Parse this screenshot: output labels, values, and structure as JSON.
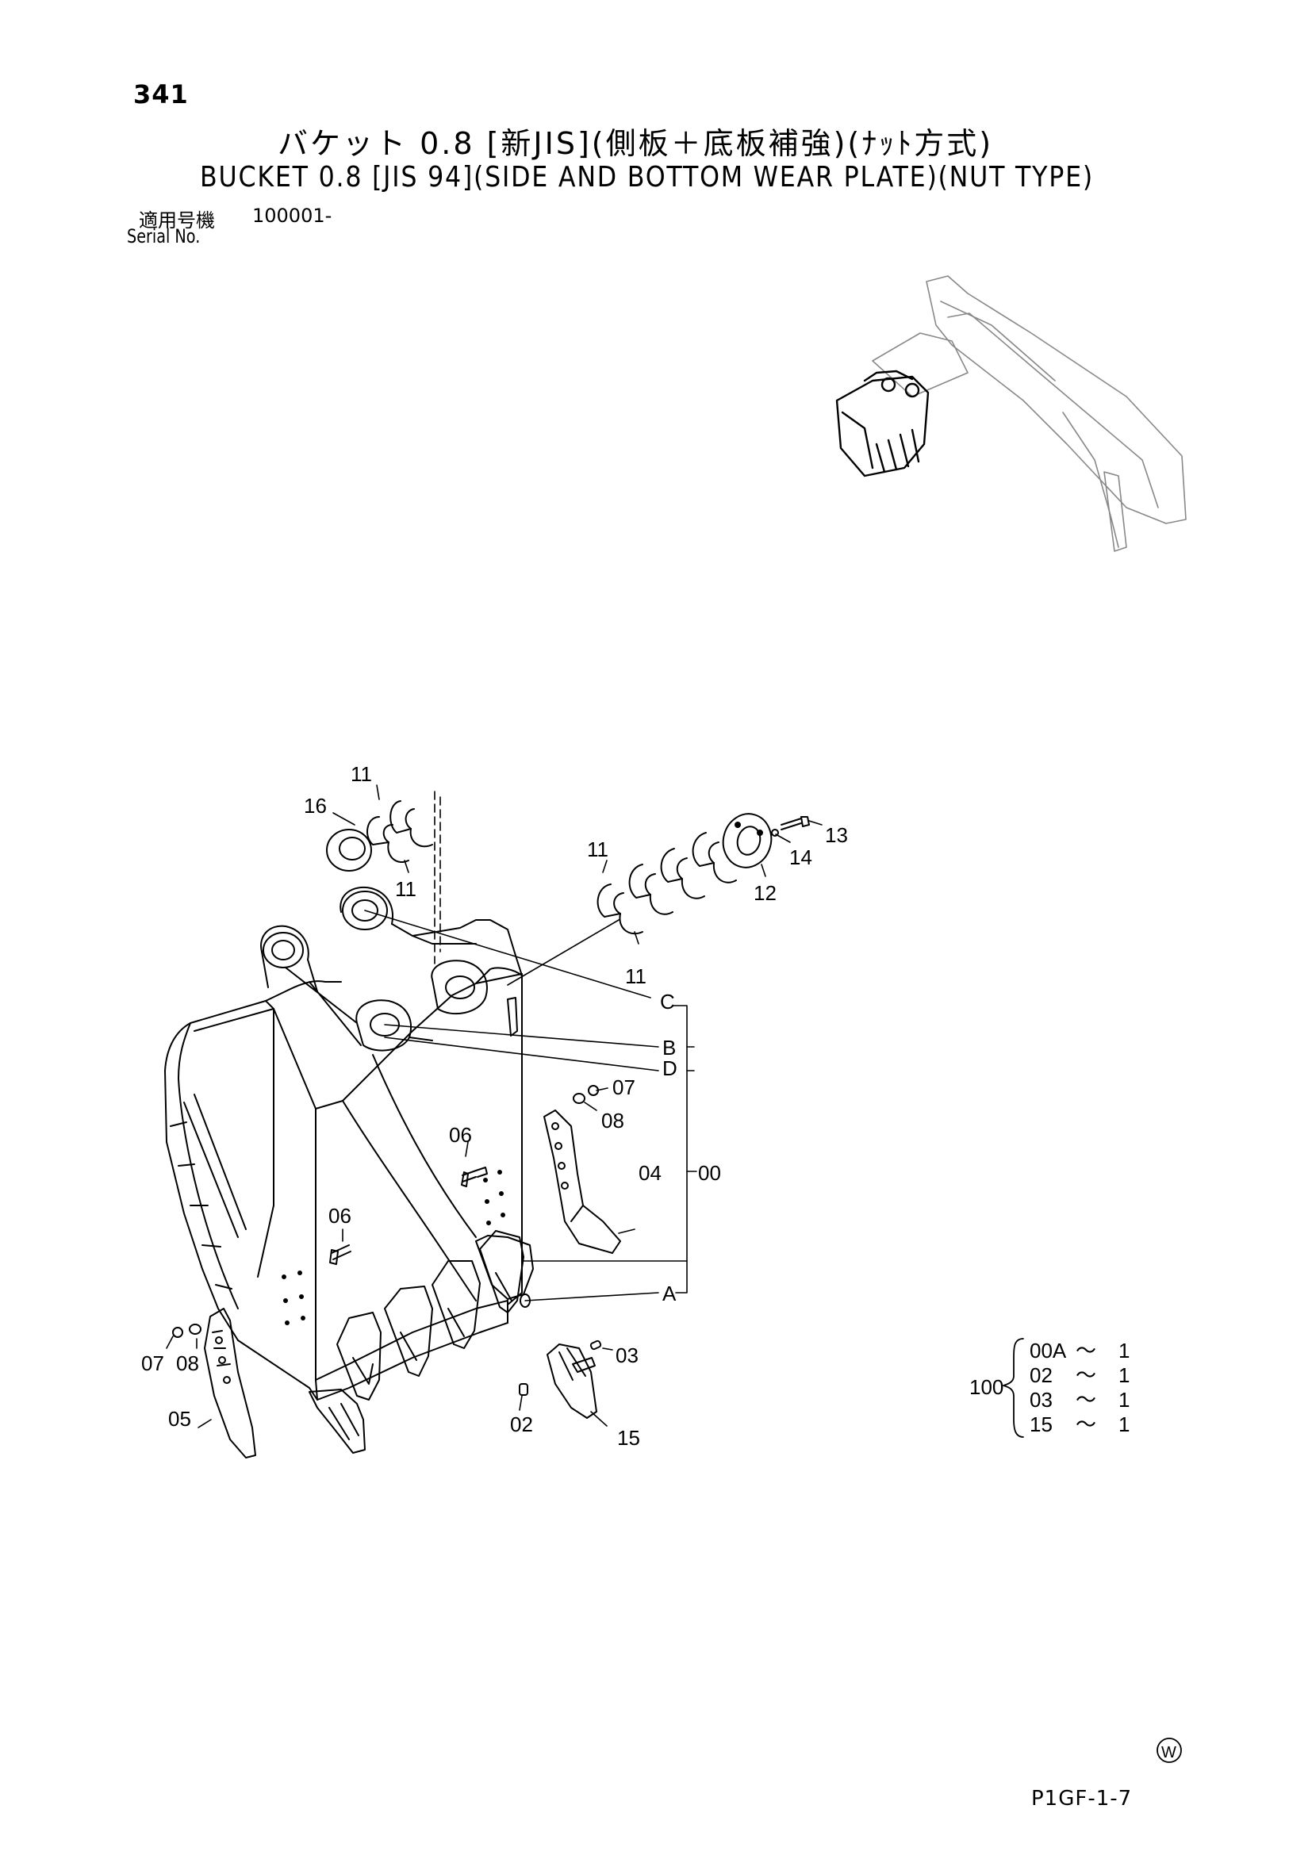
{
  "header": {
    "page_number": "341",
    "title_jp": "バケット 0.8 [新JIS](側板＋底板補強)(ﾅｯﾄ方式)",
    "title_en": "BUCKET 0.8 [JIS 94](SIDE AND BOTTOM WEAR PLATE)(NUT TYPE)",
    "serial_label_jp": "適用号機",
    "serial_value": "100001-",
    "serial_label_en": "Serial No."
  },
  "callouts": {
    "c11a": "11",
    "c16": "16",
    "c11b": "11",
    "c11c": "11",
    "c11d": "11",
    "c12": "12",
    "c13": "13",
    "c14": "14",
    "cC": "C",
    "cB": "B",
    "cD": "D",
    "cA": "A",
    "c00": "00",
    "c07a": "07",
    "c08a": "08",
    "c06a": "06",
    "c04": "04",
    "c06b": "06",
    "c07b": "07",
    "c08b": "08",
    "c05": "05",
    "c03": "03",
    "c02": "02",
    "c15": "15"
  },
  "kit_table": {
    "assembly": "100",
    "rows": [
      {
        "part": "00A",
        "sep": "〜",
        "qty": "1"
      },
      {
        "part": "02",
        "sep": "〜",
        "qty": "1"
      },
      {
        "part": "03",
        "sep": "〜",
        "qty": "1"
      },
      {
        "part": "15",
        "sep": "〜",
        "qty": "1"
      }
    ]
  },
  "footer": {
    "mark": "W",
    "code": "P1GF-1-7"
  }
}
